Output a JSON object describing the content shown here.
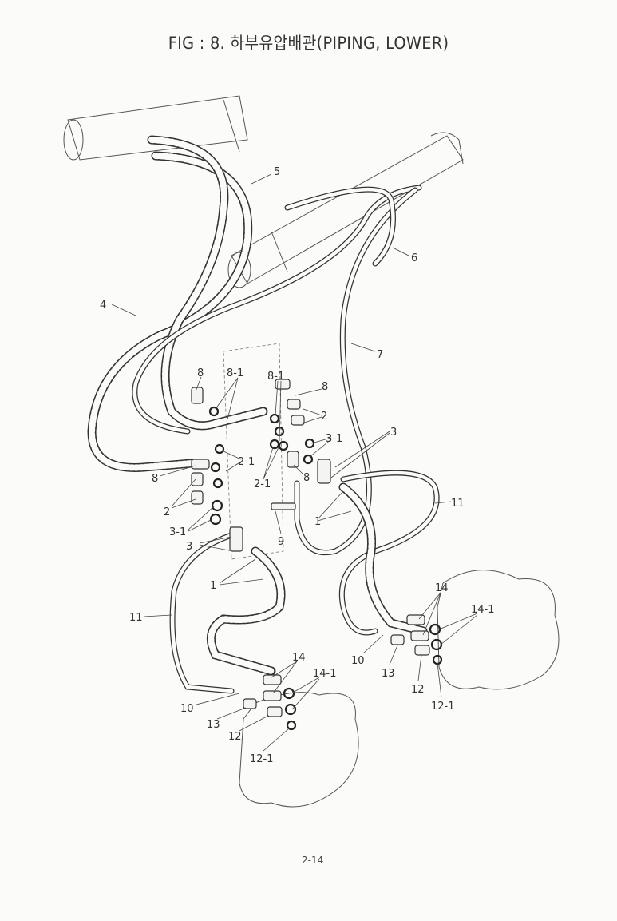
{
  "title": "FIG : 8. 하부유압배관(PIPING, LOWER)",
  "page_number": "2-14",
  "callouts": [
    "5",
    "4",
    "6",
    "7",
    "8",
    "8-1",
    "8-1",
    "8",
    "2",
    "3-1",
    "3",
    "2-1",
    "8",
    "2",
    "8",
    "2-1",
    "3-1",
    "3",
    "9",
    "1",
    "11",
    "1",
    "11",
    "14",
    "14-1",
    "10",
    "13",
    "12",
    "12-1",
    "14",
    "14-1",
    "10",
    "13",
    "12",
    "12-1"
  ]
}
